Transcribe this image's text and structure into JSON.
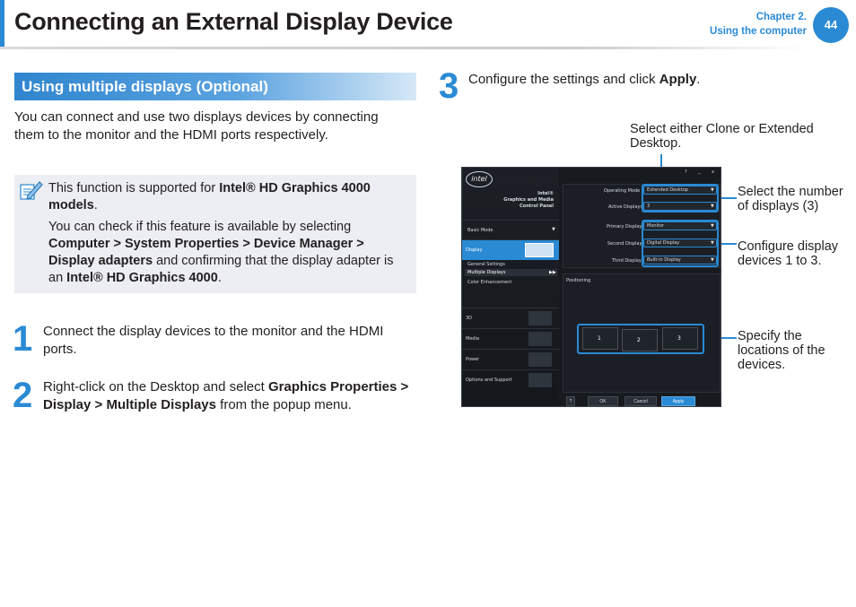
{
  "header": {
    "title": "Connecting an External Display Device",
    "chapter": "Chapter 2.",
    "chapter_name": "Using the computer",
    "page": "44"
  },
  "section": {
    "title": "Using multiple displays (Optional)",
    "intro": "You can connect and use two displays devices by connecting them to the monitor and the HDMI ports respectively."
  },
  "note": {
    "p1_a": "This function is supported for ",
    "p1_b": "Intel® HD Graphics 4000 models",
    "p1_c": ".",
    "p2_a": "You can check if this feature is available by selecting ",
    "p2_b": "Computer > System Properties > Device Manager > Display adapters",
    "p2_c": " and confirming that the display adapter is an ",
    "p2_d": "Intel® HD Graphics 4000",
    "p2_e": "."
  },
  "steps": [
    {
      "num": "1",
      "a": "Connect the display devices to the monitor and the HDMI ports."
    },
    {
      "num": "2",
      "a": "Right-click on the Desktop and select ",
      "b": "Graphics Properties > Display > Multiple Displays",
      "c": " from the popup menu."
    },
    {
      "num": "3",
      "a": "Configure the settings and click ",
      "b": "Apply",
      "c": "."
    }
  ],
  "callouts": {
    "c1": "Select either Clone or Extended Desktop.",
    "c2": "Select the number of displays (3)",
    "c3": "Configure display devices 1 to 3.",
    "c4": "Specify the locations of the devices."
  },
  "screenshot": {
    "title_buttons": [
      "?",
      "_",
      "x"
    ],
    "logo": "intel",
    "product": "Intel®\nGraphics and Media\nControl Panel",
    "basic_mode": "Basic Mode",
    "nav": [
      "Display",
      "3D",
      "Media",
      "Power",
      "Options and Support"
    ],
    "subnav": [
      "General Settings",
      "Multiple Displays",
      "Color Enhancement"
    ],
    "fields": [
      {
        "label": "Operating Mode",
        "value": "Extended Desktop"
      },
      {
        "label": "Active Displays",
        "value": "3"
      },
      {
        "label": "Primary Display",
        "value": "Monitor"
      },
      {
        "label": "Second Display",
        "value": "Digital Display"
      },
      {
        "label": "Third Display",
        "value": "Built-in Display"
      }
    ],
    "positioning": "Positioning",
    "monitors": [
      "1",
      "2",
      "3"
    ],
    "buttons": [
      "?",
      "OK",
      "Cancel",
      "Apply"
    ],
    "accent": "#2a8ad4"
  }
}
